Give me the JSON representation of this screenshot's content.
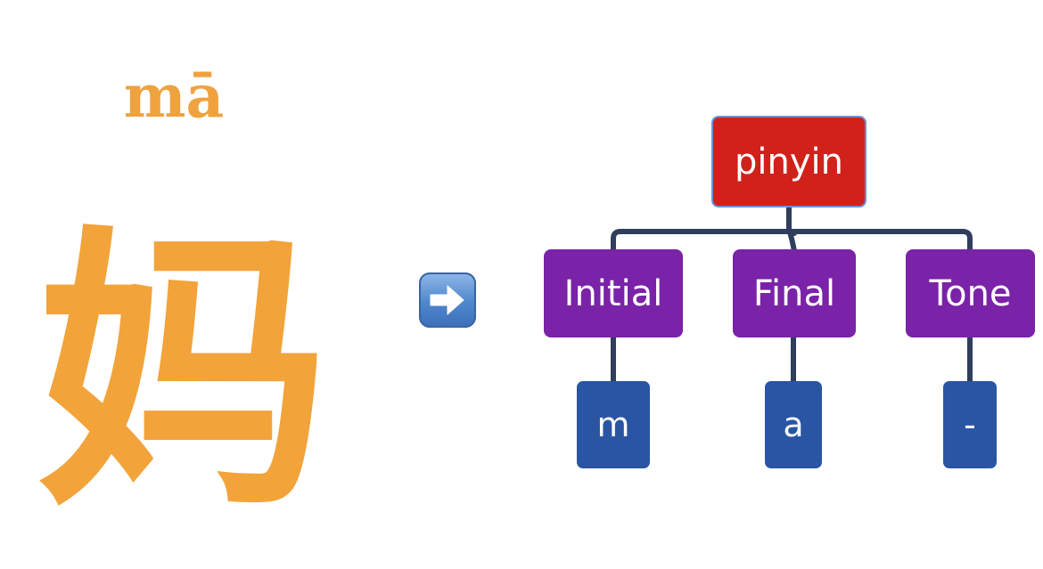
{
  "character": {
    "pinyin": "mā",
    "hanzi": "妈"
  },
  "arrow": {
    "icon": "right-arrow-icon",
    "background": "#4F86CC"
  },
  "tree": {
    "root": {
      "label": "pinyin",
      "color": "#D0211B"
    },
    "components": [
      {
        "label": "Initial",
        "value": "m"
      },
      {
        "label": "Final",
        "value": "a"
      },
      {
        "label": "Tone",
        "value": "-"
      }
    ],
    "component_color": "#7A22A8",
    "value_color": "#2A55A2",
    "connector_color": "#2F3E5C"
  },
  "glyph_color": "#F2A33A"
}
